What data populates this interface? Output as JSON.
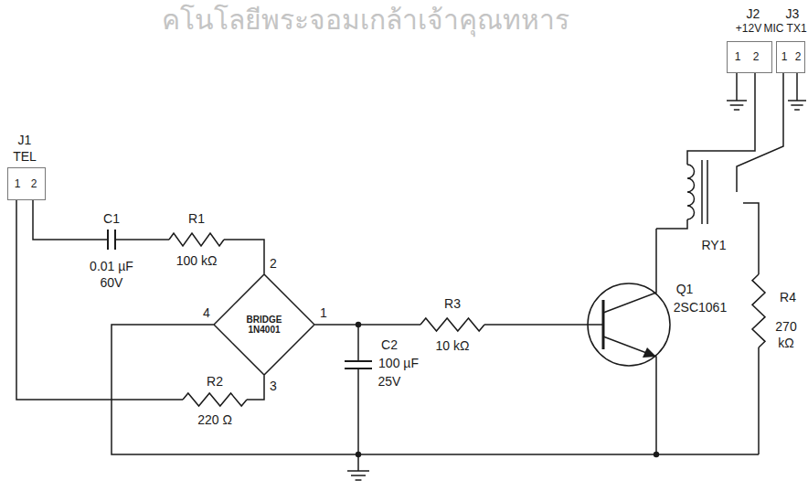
{
  "diagram": {
    "nodes": [
      {
        "text": [
          "J1",
          "TEL",
          "1",
          "2"
        ]
      },
      {
        "text": [
          "J2",
          "+12V",
          "1",
          "2"
        ]
      },
      {
        "text": [
          "J3",
          "MIC TX1",
          "1",
          "2"
        ]
      },
      {
        "text": [
          "BRIDGE 1N4001"
        ]
      }
    ],
    "labels": [
      "คโนโลยีพระจอมเกล้าเจ้าคุณทหาร",
      "C1",
      "0.01 µF",
      "60V",
      "R1",
      "100 kΩ",
      "2",
      "4",
      "1",
      "3",
      "R2",
      "220 Ω",
      "C2",
      "100 µF",
      "25V",
      "R3",
      "10 kΩ",
      "Q1",
      "2SC1061",
      "RY1",
      "R4",
      "270",
      "kΩ"
    ]
  }
}
